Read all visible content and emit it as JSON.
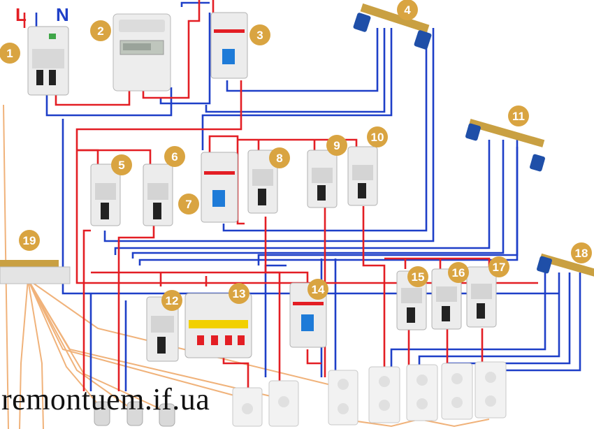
{
  "labels": {
    "L": "L",
    "N": "N"
  },
  "colors": {
    "phase": "#e31e24",
    "neutral": "#1e3fc8",
    "earth": "#f0b27a",
    "badge": "#d9a441",
    "busbar_blue": "#1f4fa8",
    "busbar_brass": "#c9a042"
  },
  "numbers": [
    "1",
    "2",
    "3",
    "4",
    "5",
    "6",
    "7",
    "8",
    "9",
    "10",
    "11",
    "12",
    "13",
    "14",
    "15",
    "16",
    "17",
    "18",
    "19"
  ],
  "watermark": "remontuem.if.ua"
}
